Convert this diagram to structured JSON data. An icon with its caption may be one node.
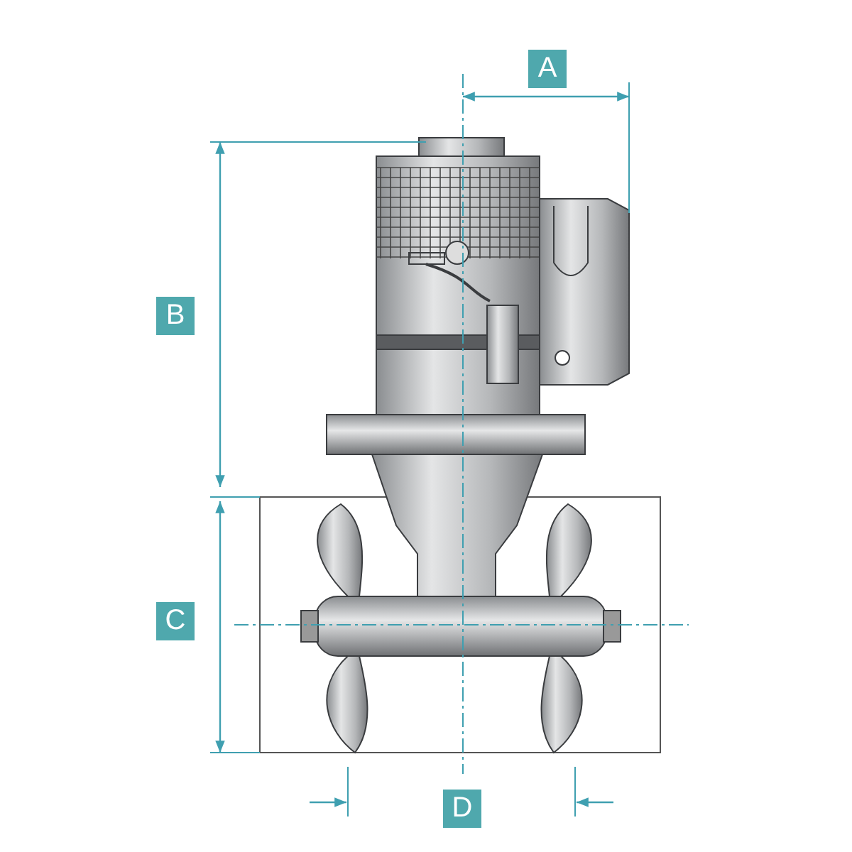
{
  "diagram": {
    "labels": [
      "A",
      "B",
      "C",
      "D"
    ]
  }
}
